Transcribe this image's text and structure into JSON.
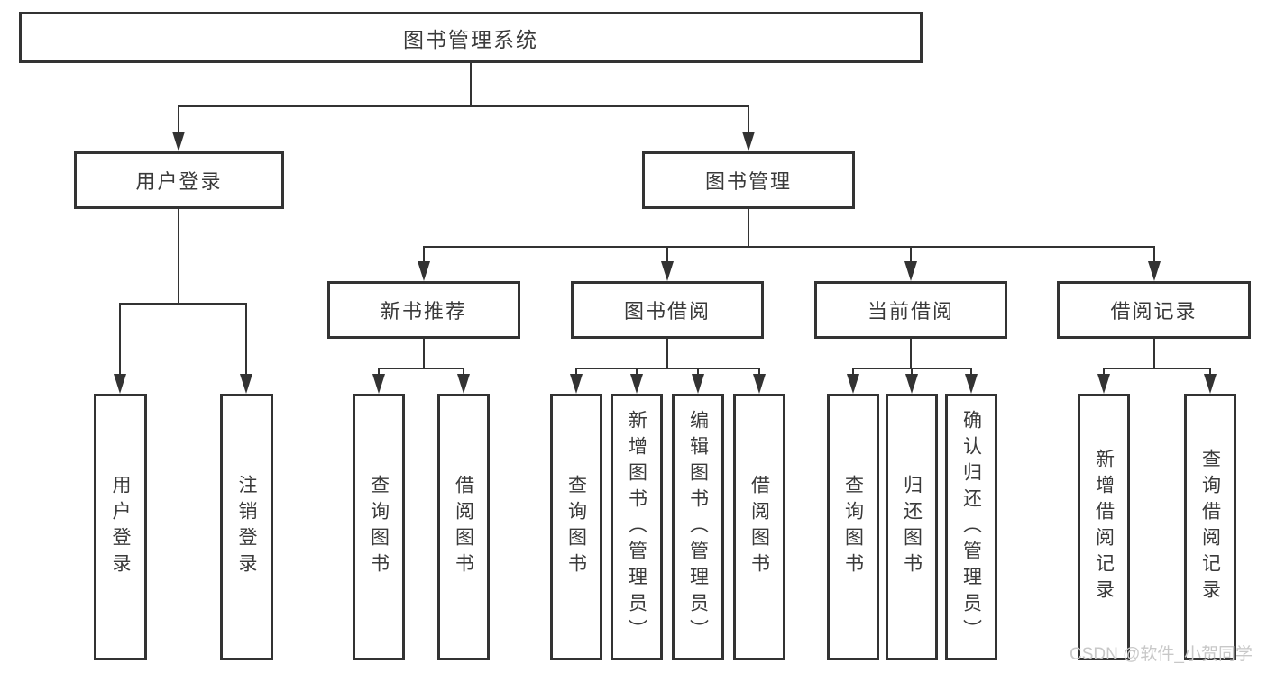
{
  "diagram": {
    "root": {
      "label": "图书管理系统"
    },
    "branches": [
      {
        "label": "用户登录",
        "children": [
          {
            "label": "用户登录"
          },
          {
            "label": "注销登录"
          }
        ]
      },
      {
        "label": "图书管理",
        "sections": [
          {
            "label": "新书推荐",
            "children": [
              {
                "label": "查询图书"
              },
              {
                "label": "借阅图书"
              }
            ]
          },
          {
            "label": "图书借阅",
            "children": [
              {
                "label": "查询图书"
              },
              {
                "label": "新增图书（管理员）"
              },
              {
                "label": "编辑图书（管理员）"
              },
              {
                "label": "借阅图书"
              }
            ]
          },
          {
            "label": "当前借阅",
            "children": [
              {
                "label": "查询图书"
              },
              {
                "label": "归还图书"
              },
              {
                "label": "确认归还（管理员）"
              }
            ]
          },
          {
            "label": "借阅记录",
            "children": [
              {
                "label": "新增借阅记录"
              },
              {
                "label": "查询借阅记录"
              }
            ]
          }
        ]
      }
    ]
  },
  "watermark": {
    "text": "CSDN @软件_小贺同学"
  },
  "colors": {
    "line": "#333333",
    "text": "#3a3a3a",
    "watermark": "#c8c8c8",
    "background": "#ffffff"
  }
}
